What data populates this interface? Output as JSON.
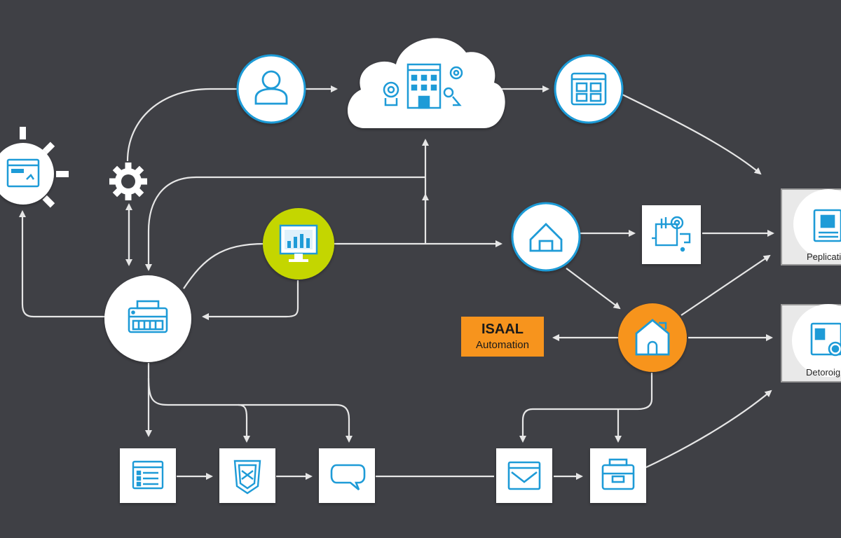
{
  "colors": {
    "background": "#3f4045",
    "connector": "#e6e6e6",
    "icon": "#1e9bd7",
    "node_fill": "#ffffff",
    "highlight_green": "#c4d600",
    "highlight_orange": "#f7941d",
    "right_card_border": "#9a9a9a"
  },
  "automation_box": {
    "title": "ISAAL",
    "subtitle": "Automation"
  },
  "right_cards": [
    {
      "label": "Peplicati",
      "icon": "document-icon"
    },
    {
      "label": "Detoroigi",
      "icon": "media-device-icon"
    }
  ],
  "nodes": [
    {
      "name": "gear-sun-node",
      "icon": "dashboard-icon"
    },
    {
      "name": "gear-node",
      "icon": "gear-icon"
    },
    {
      "name": "user-node",
      "icon": "user-icon"
    },
    {
      "name": "cloud-node",
      "icon": "building-cloud-icon"
    },
    {
      "name": "grid-node",
      "icon": "grid-icon"
    },
    {
      "name": "monitor-node",
      "icon": "monitor-chart-icon"
    },
    {
      "name": "printer-hub-node",
      "icon": "printer-icon"
    },
    {
      "name": "home-node",
      "icon": "home-icon"
    },
    {
      "name": "settings-card-node",
      "icon": "settings-panel-icon"
    },
    {
      "name": "orange-home-node",
      "icon": "home-document-icon"
    },
    {
      "name": "list-card-node",
      "icon": "list-icon"
    },
    {
      "name": "shield-card-node",
      "icon": "shield-icon"
    },
    {
      "name": "chat-card-node",
      "icon": "chat-icon"
    },
    {
      "name": "mail-card-node",
      "icon": "mail-icon"
    },
    {
      "name": "box-card-node",
      "icon": "toolbox-icon"
    }
  ]
}
